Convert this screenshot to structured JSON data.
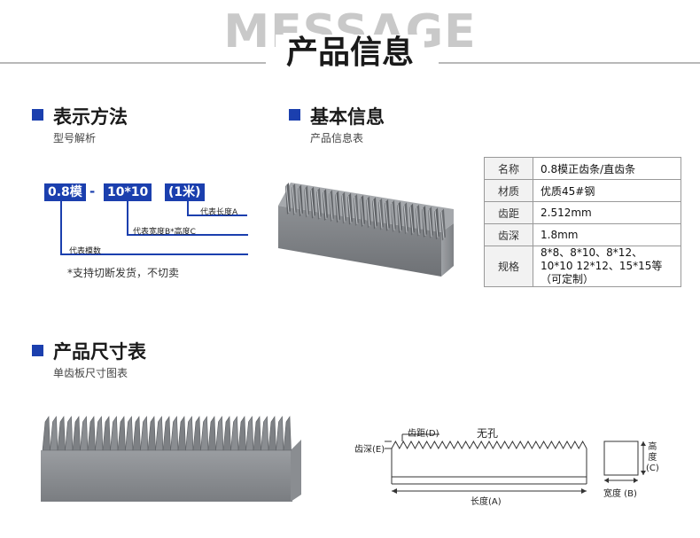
{
  "header": {
    "bg_word": "MESSAGE",
    "title": "产品信息"
  },
  "section_repr": {
    "title": "表示方法",
    "subtitle": "型号解析",
    "code": {
      "part1": "0.8模",
      "dash": "-",
      "part2": "10*10",
      "part3": "(1米)"
    },
    "labels": {
      "len": "代表长度A",
      "wh": "代表宽度B*高度C",
      "module": "代表模数"
    },
    "note": "*支持切断发货，不切卖"
  },
  "section_basic": {
    "title": "基本信息",
    "subtitle": "产品信息表",
    "rows": [
      {
        "k": "名称",
        "v": "0.8模正齿条/直齿条"
      },
      {
        "k": "材质",
        "v": "优质45#钢"
      },
      {
        "k": "齿距",
        "v": "2.512mm"
      },
      {
        "k": "齿深",
        "v": "1.8mm"
      },
      {
        "k": "规格",
        "v": "8*8、8*10、8*12、10*10 12*12、15*15等（可定制）"
      }
    ]
  },
  "section_size": {
    "title": "产品尺寸表",
    "subtitle": "单齿板尺寸图表"
  },
  "diagram": {
    "pitch": "齿距(D)",
    "depth": "齿深(E)",
    "no_hole": "无孔",
    "length": "长度(A)",
    "height": "高\n度\n(C)",
    "height_chars": [
      "高",
      "度",
      "(C)"
    ],
    "width": "宽度 (B)"
  }
}
